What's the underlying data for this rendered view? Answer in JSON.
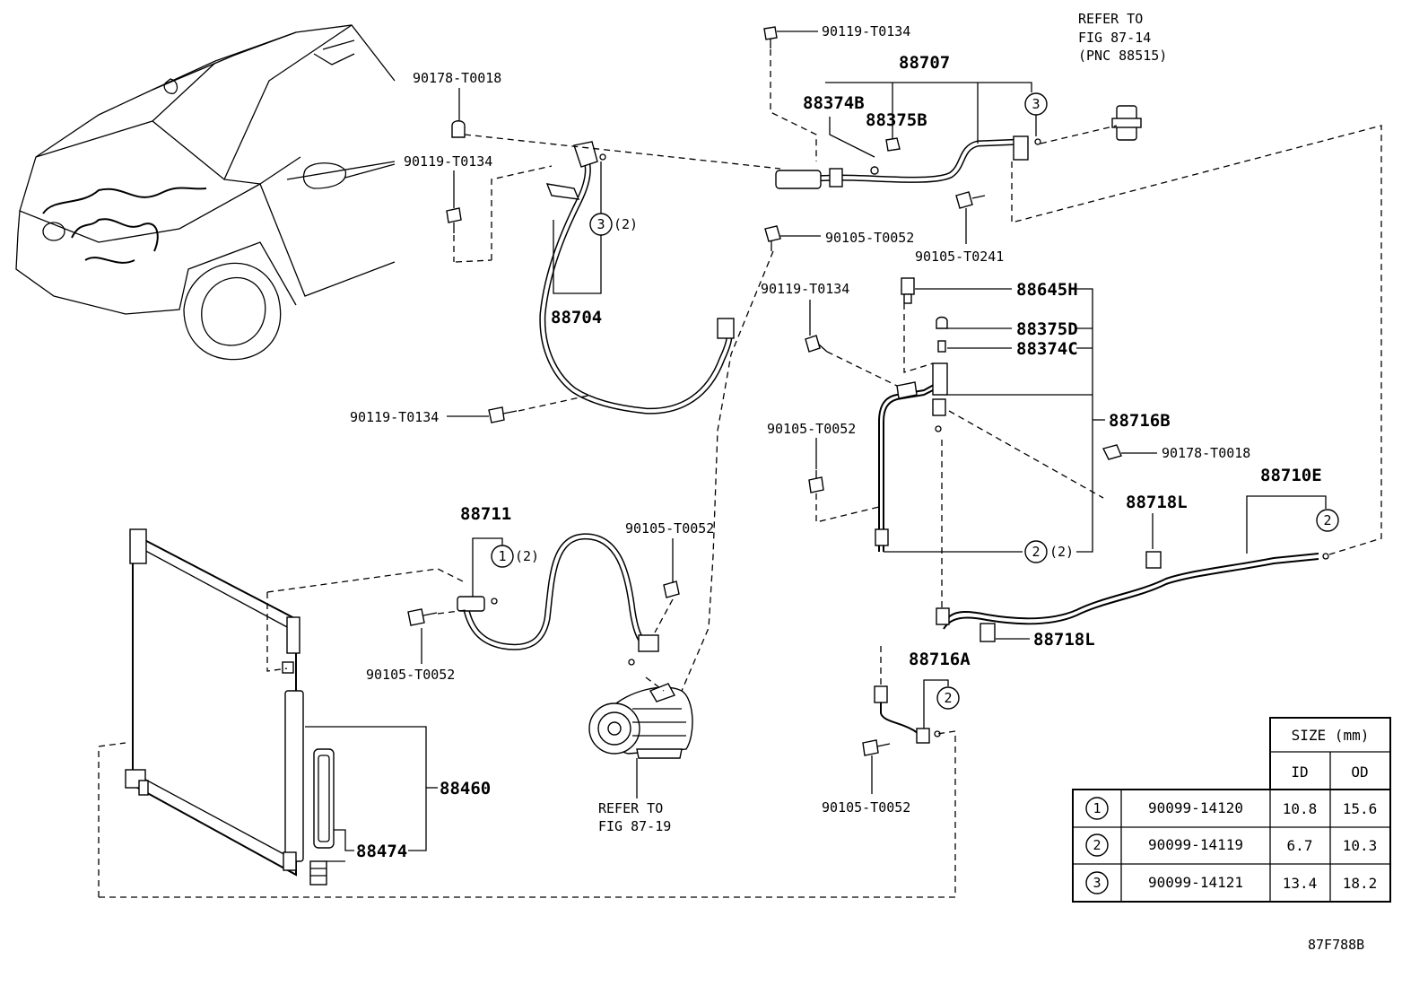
{
  "labels": {
    "p90119_top": "90119-T0134",
    "p88707": "88707",
    "refer_top_1": "REFER TO",
    "refer_top_2": "FIG 87-14",
    "refer_top_3": "(PNC 88515)",
    "p90178_left": "90178-T0018",
    "p88374B": "88374B",
    "p88375B": "88375B",
    "p90119_left": "90119-T0134",
    "c3_qty": "(2)",
    "p90105_upper": "90105-T0052",
    "p90105_T0241": "90105-T0241",
    "p88704": "88704",
    "p90119_right": "90119-T0134",
    "p88645H": "88645H",
    "p88375D": "88375D",
    "p88374C": "88374C",
    "p90119_mid": "90119-T0134",
    "p88716B": "88716B",
    "p90105_mid": "90105-T0052",
    "p90178_right": "90178-T0018",
    "p88710E": "88710E",
    "p88718L_a": "88718L",
    "c2_qty": "(2)",
    "p88711": "88711",
    "c1_qty": "(2)",
    "p90105_comp": "90105-T0052",
    "p90105_bottom_left": "90105-T0052",
    "p88718L_b": "88718L",
    "p88716A": "88716A",
    "p88460": "88460",
    "p88474": "88474",
    "refer_comp_1": "REFER TO",
    "refer_comp_2": "FIG 87-19",
    "p90105_bottom": "90105-T0052",
    "figure_id": "87F788B"
  },
  "size_table": {
    "header": "SIZE (mm)",
    "col_id": "ID",
    "col_od": "OD",
    "rows": [
      {
        "mark": "1",
        "part": "90099-14120",
        "id": "10.8",
        "od": "15.6"
      },
      {
        "mark": "2",
        "part": "90099-14119",
        "id": "6.7",
        "od": "10.3"
      },
      {
        "mark": "3",
        "part": "90099-14121",
        "id": "13.4",
        "od": "18.2"
      }
    ]
  },
  "markers": {
    "one": "1",
    "two": "2",
    "three": "3"
  }
}
